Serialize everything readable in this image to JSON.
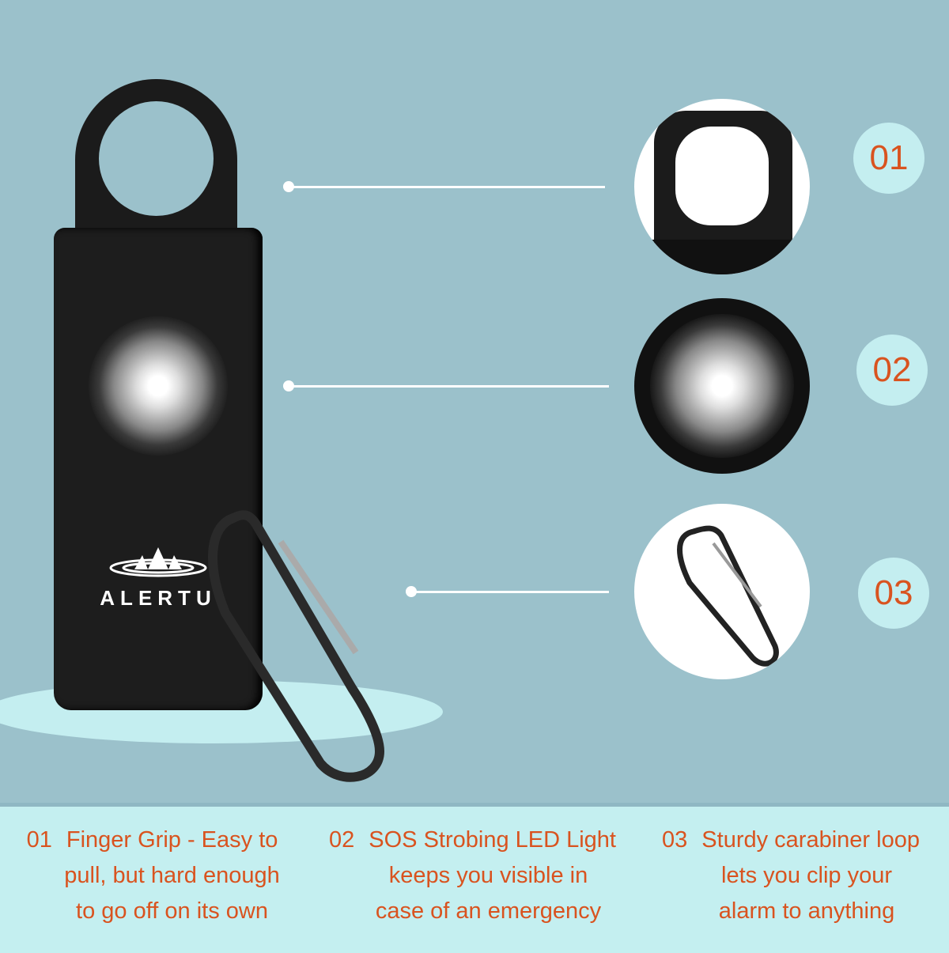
{
  "brand": {
    "name": "ALERTU"
  },
  "badges": [
    "01",
    "02",
    "03"
  ],
  "features": [
    {
      "number": "01",
      "lines": [
        "Finger Grip - Easy to",
        "pull, but hard enough",
        "to go off on its own"
      ]
    },
    {
      "number": "02",
      "lines": [
        "SOS Strobing LED Light",
        "keeps you visible in",
        "case of an emergency"
      ]
    },
    {
      "number": "03",
      "lines": [
        "Sturdy carabiner loop",
        "lets you clip your",
        "alarm to anything"
      ]
    }
  ],
  "colors": {
    "background": "#9bc1cb",
    "band": "#c4eff0",
    "accent": "#d9531f",
    "device": "#1d1d1d"
  }
}
